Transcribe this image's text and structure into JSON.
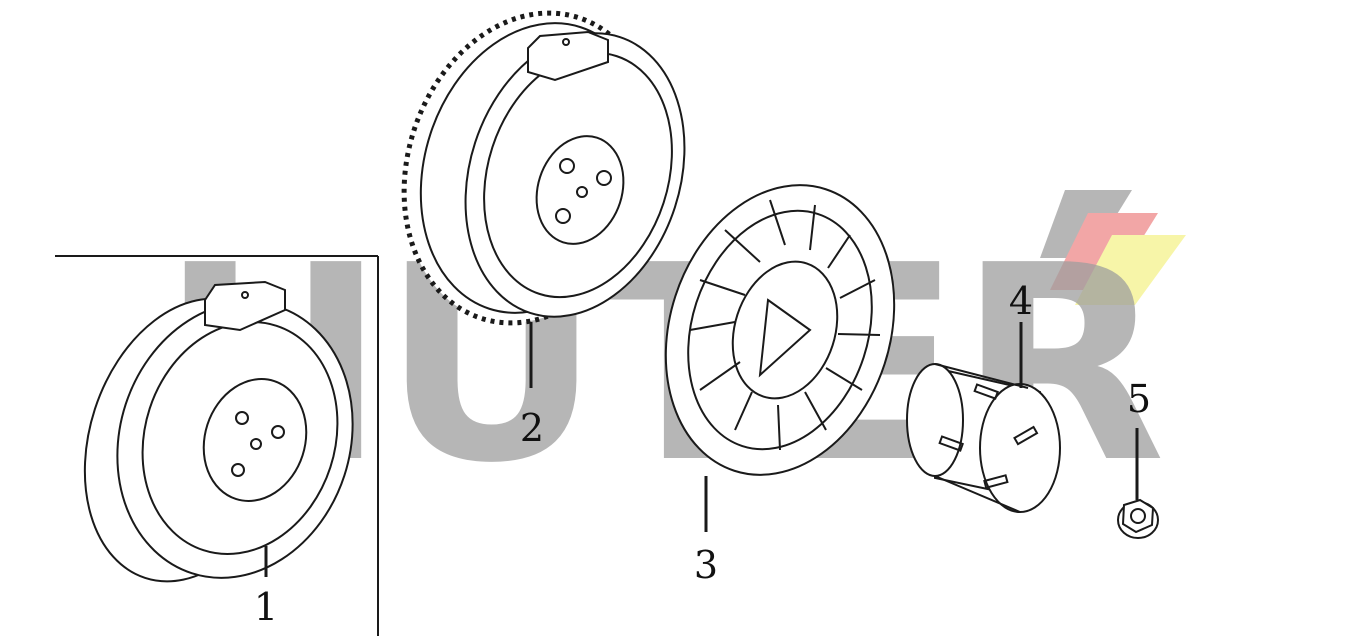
{
  "watermark": {
    "text": "HÜTER",
    "logo_colors": [
      "#9d9d9d",
      "#f2a6a6",
      "#f7f5a8"
    ]
  },
  "callouts": [
    {
      "id": 1,
      "label": "1"
    },
    {
      "id": 2,
      "label": "2"
    },
    {
      "id": 3,
      "label": "3"
    },
    {
      "id": 4,
      "label": "4"
    },
    {
      "id": 5,
      "label": "5"
    }
  ],
  "parts": [
    {
      "callout": "1",
      "icon": "flywheel-icon"
    },
    {
      "callout": "2",
      "icon": "flywheel-ring-gear-icon"
    },
    {
      "callout": "3",
      "icon": "cooling-fan-icon"
    },
    {
      "callout": "4",
      "icon": "starter-cup-icon"
    },
    {
      "callout": "5",
      "icon": "flange-nut-icon"
    }
  ]
}
